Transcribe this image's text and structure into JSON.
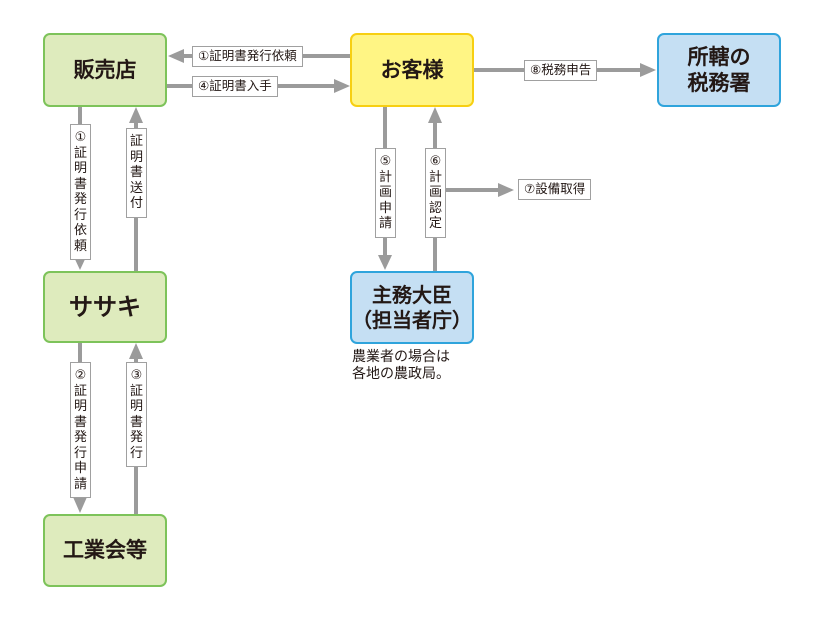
{
  "nodes": {
    "store": {
      "label": "販売店",
      "color": "green"
    },
    "customer": {
      "label": "お客様",
      "color": "yellow"
    },
    "tax_office": {
      "label_line1": "所轄の",
      "label_line2": "税務署",
      "color": "blue"
    },
    "sasaki": {
      "label": "ササキ",
      "color": "green"
    },
    "industry_assoc": {
      "label": "工業会等",
      "color": "green"
    },
    "minister": {
      "label_line1": "主務大臣",
      "label_line2": "（担当者庁）",
      "color": "blue"
    }
  },
  "minister_note": {
    "line1": "農業者の場合は",
    "line2": "各地の農政局。"
  },
  "edges": {
    "customer_to_store": {
      "label": "①証明書発行依頼"
    },
    "store_to_customer": {
      "label": "④証明書入手"
    },
    "customer_to_tax": {
      "label": "⑧税務申告"
    },
    "store_to_sasaki": {
      "label": "①証明書発行依頼"
    },
    "sasaki_to_store": {
      "label": "証明書送付"
    },
    "sasaki_to_assoc": {
      "label": "②証明書発行申請"
    },
    "assoc_to_sasaki": {
      "label": "③証明書発行"
    },
    "customer_to_minister": {
      "label": "⑤計画申請"
    },
    "minister_to_customer": {
      "label": "⑥計画認定"
    },
    "equipment": {
      "label": "⑦設備取得"
    }
  },
  "colors": {
    "arrow": "#9b9b9b",
    "green_fill": "#deebbd",
    "green_border": "#7dc35a",
    "yellow_fill": "#fff584",
    "yellow_border": "#f7cf12",
    "blue_fill": "#c5dff3",
    "blue_border": "#2fa4dc"
  }
}
